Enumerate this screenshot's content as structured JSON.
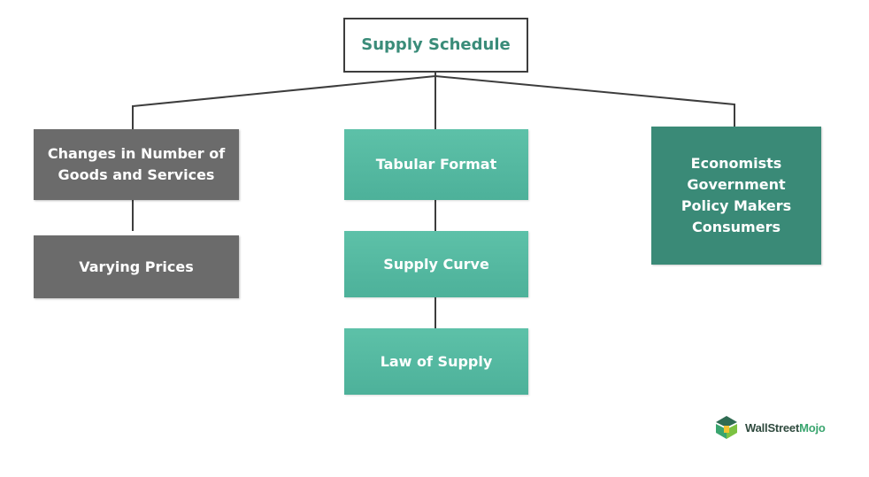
{
  "root": {
    "label": "Supply Schedule"
  },
  "left_column": [
    {
      "lines": [
        "Changes in Number of",
        "Goods and Services"
      ]
    },
    {
      "lines": [
        "Varying Prices"
      ]
    }
  ],
  "middle_column": [
    {
      "lines": [
        "Tabular Format"
      ]
    },
    {
      "lines": [
        "Supply Curve"
      ]
    },
    {
      "lines": [
        "Law of Supply"
      ]
    }
  ],
  "right_column": [
    {
      "lines": [
        "Economists",
        "Government",
        "Policy Makers",
        "Consumers"
      ]
    }
  ],
  "logo": {
    "part1": "WallStreet",
    "part2": "Mojo"
  },
  "colors": {
    "gray_box": "#6b6b6b",
    "teal_box": "#55b9a1",
    "dark_teal_box": "#3a8a77",
    "root_text": "#3a8c79",
    "connector": "#3d3d3d"
  }
}
